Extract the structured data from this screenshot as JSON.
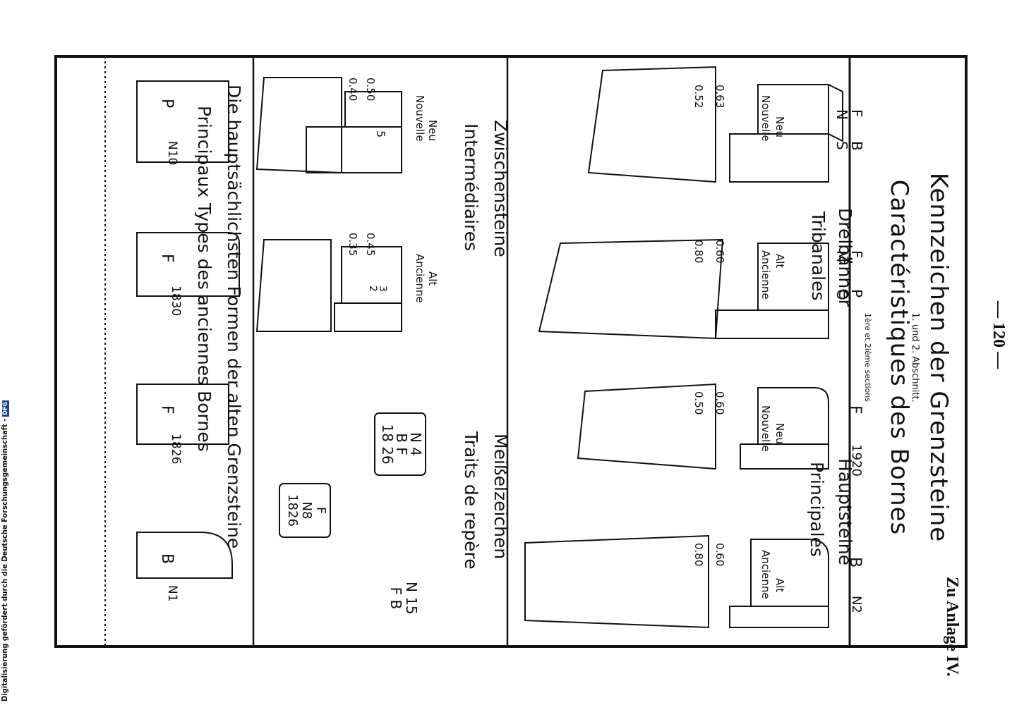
{
  "page_number": "— 120 —",
  "annex": "Zu Anlage IV.",
  "title_de": "Kennzeichen der Grenzsteine",
  "sub_de": "1. und 2. Abschnitt.",
  "title_fr": "Caractéristiques des Bornes",
  "sub_fr": "1ère et 2ième sections",
  "sections": {
    "tribanal": {
      "de": "Dreibänner",
      "fr": "Tribanales"
    },
    "principal": {
      "de": "Hauptsteine",
      "fr": "Principales"
    },
    "intermediate": {
      "de": "Zwischensteine",
      "fr": "Intermédiaires"
    },
    "marks": {
      "de": "Meißelzeichen",
      "fr": "Traits de repère"
    },
    "old_forms": {
      "de": "Die hauptsächlichsten Formen der alten Grenzsteine",
      "fr": "Principaux Types des anciennes Bornes"
    }
  },
  "labels": {
    "neu": "Neu",
    "nouvelle": "Nouvelle",
    "alt": "Alt",
    "ancienne": "Ancienne"
  },
  "stones": {
    "tri_new": {
      "top": "F\nN",
      "side": "B\nS",
      "dims": [
        "0.63",
        "0.52"
      ]
    },
    "tri_old": {
      "top": "F\nM",
      "side": "P\nO",
      "dims": [
        "0.60",
        "0.80"
      ]
    },
    "main_new": {
      "top": "F",
      "side": "1920",
      "dims": [
        "0.60",
        "0.50"
      ]
    },
    "main_old": {
      "top": "B",
      "side": "N2",
      "dims": [
        "0.60",
        "0.80"
      ]
    },
    "inter_new": {
      "side": "5",
      "dims": [
        "0.50",
        "0.40"
      ]
    },
    "inter_old": {
      "side": "3\n2",
      "dims": [
        "0.45",
        "0.35"
      ]
    }
  },
  "marks": {
    "mark1": {
      "l1": "N 4",
      "l2": "B F",
      "l3": "18 26"
    },
    "mark2": {
      "l1": "F",
      "l2": "N8",
      "l3": "1826"
    },
    "mark3": {
      "l1": "N 15",
      "l2": "F B"
    }
  },
  "old_types": [
    {
      "top": "P",
      "side": "N10"
    },
    {
      "top": "F",
      "side": "1830"
    },
    {
      "top": "F",
      "side": "1826"
    },
    {
      "top": "B",
      "side": "N1"
    }
  ],
  "credit": "Digitalisierung gefördert durch die Deutsche Forschungsgemeinschaft -",
  "credit_logo": "DFG"
}
